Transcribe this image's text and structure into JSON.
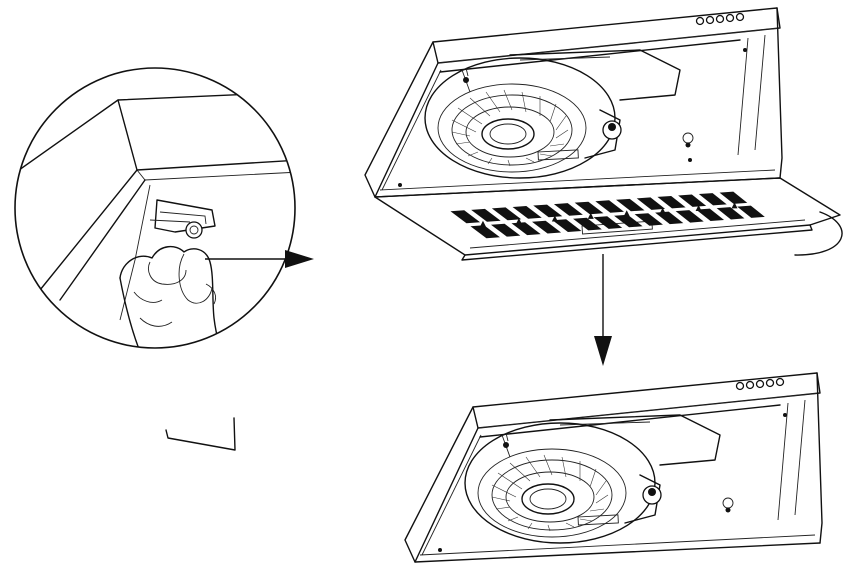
{
  "diagram": {
    "panels": [
      "detail-zoom",
      "hood-panel-open",
      "hood-panel-closed"
    ],
    "colors": {
      "line": "#111111",
      "background": "#ffffff"
    },
    "icons": [
      "magnifier-circle",
      "arrow-right",
      "arrow-down",
      "swing-arc"
    ],
    "filter_slot_rows": 2,
    "filter_slots_per_row": 14,
    "buttons_per_hood": 5
  }
}
